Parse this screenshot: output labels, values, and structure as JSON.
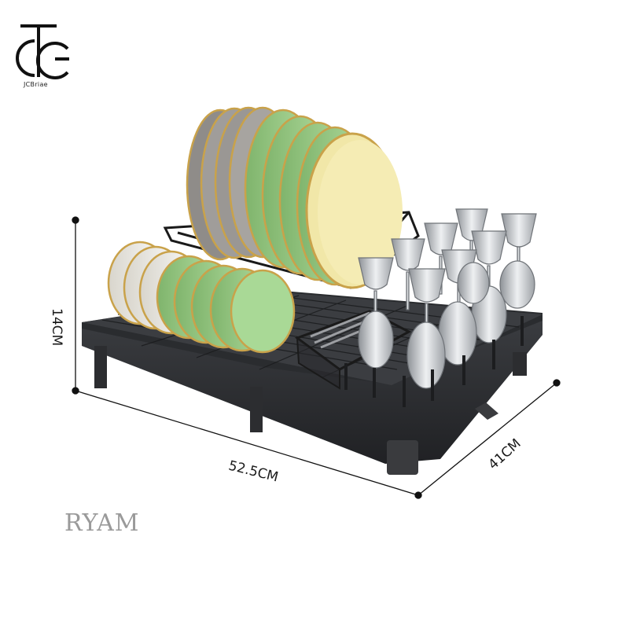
{
  "brand": {
    "logo_icon": "jc-monogram-icon",
    "name": "JCBriae"
  },
  "dimensions": {
    "height": "14CM",
    "width": "52.5CM",
    "depth": "41CM"
  },
  "watermark": "RYAM",
  "colors": {
    "rack": "#2e3033",
    "rack_dark": "#1c1d1f",
    "plate_green": "#9fd08a",
    "plate_white": "#f4f1e8",
    "plate_cream": "#f3eab0",
    "plate_grey": "#9a9794",
    "gold_rim": "#c9a24a",
    "glass": "#c9ccd0"
  }
}
